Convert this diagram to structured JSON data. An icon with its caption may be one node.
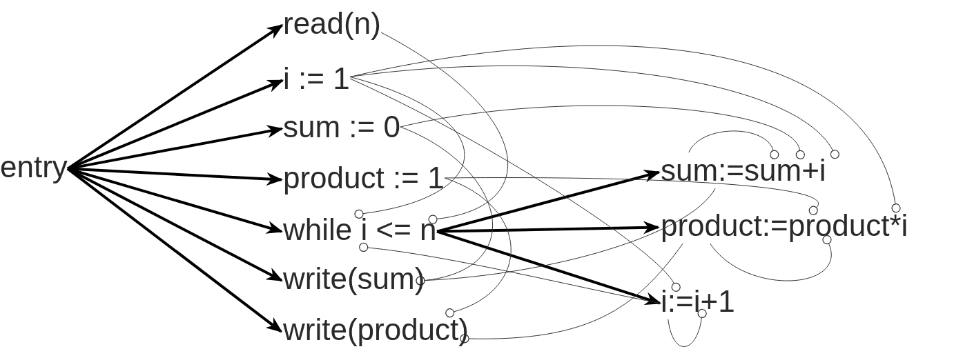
{
  "diagram": {
    "nodes": [
      {
        "text": [
          "entry"
        ]
      },
      {
        "text": [
          "read(n)"
        ]
      },
      {
        "text": [
          "i := 1"
        ]
      },
      {
        "text": [
          "sum := 0"
        ]
      },
      {
        "text": [
          "product := 1"
        ]
      },
      {
        "text": [
          "while i <= n"
        ]
      },
      {
        "text": [
          "write(sum)"
        ]
      },
      {
        "text": [
          "write(product)"
        ]
      },
      {
        "text": [
          "sum:=sum+i"
        ]
      },
      {
        "text": [
          "product:=product*i"
        ]
      },
      {
        "text": [
          "i:=i+1"
        ]
      }
    ],
    "edges": [
      {
        "from": 0,
        "to": 1,
        "arrow": "to",
        "style": "thick"
      },
      {
        "from": 0,
        "to": 2,
        "arrow": "to",
        "style": "thick"
      },
      {
        "from": 0,
        "to": 3,
        "arrow": "to",
        "style": "thick"
      },
      {
        "from": 0,
        "to": 4,
        "arrow": "to",
        "style": "thick"
      },
      {
        "from": 0,
        "to": 5,
        "arrow": "to",
        "style": "thick"
      },
      {
        "from": 0,
        "to": 6,
        "arrow": "to",
        "style": "thick"
      },
      {
        "from": 0,
        "to": 7,
        "arrow": "to",
        "style": "thick"
      },
      {
        "from": 5,
        "to": 8,
        "arrow": "to",
        "style": "thick"
      },
      {
        "from": 5,
        "to": 9,
        "arrow": "to",
        "style": "thick"
      },
      {
        "from": 5,
        "to": 10,
        "arrow": "to",
        "style": "thick"
      },
      {
        "from": 1,
        "to": 5,
        "arrow": "other"
      },
      {
        "from": 2,
        "to": 5,
        "arrow": "other"
      },
      {
        "from": 2,
        "to": 8,
        "arrow": "other"
      },
      {
        "from": 2,
        "to": 9,
        "arrow": "other"
      },
      {
        "from": 2,
        "to": 10,
        "arrow": "other"
      },
      {
        "from": 3,
        "to": 6,
        "arrow": "other"
      },
      {
        "from": 3,
        "to": 8,
        "arrow": "other"
      },
      {
        "from": 4,
        "to": 9,
        "arrow": "other"
      },
      {
        "from": 4,
        "to": 7,
        "arrow": "other"
      },
      {
        "from": 8,
        "to": 8,
        "arrow": "other"
      },
      {
        "from": 8,
        "to": 6,
        "arrow": "other"
      },
      {
        "from": 9,
        "to": 9,
        "arrow": "other"
      },
      {
        "from": 9,
        "to": 7,
        "arrow": "other"
      },
      {
        "from": 10,
        "to": 10,
        "arrow": "other"
      },
      {
        "from": 10,
        "to": 5,
        "arrow": "other"
      }
    ]
  }
}
